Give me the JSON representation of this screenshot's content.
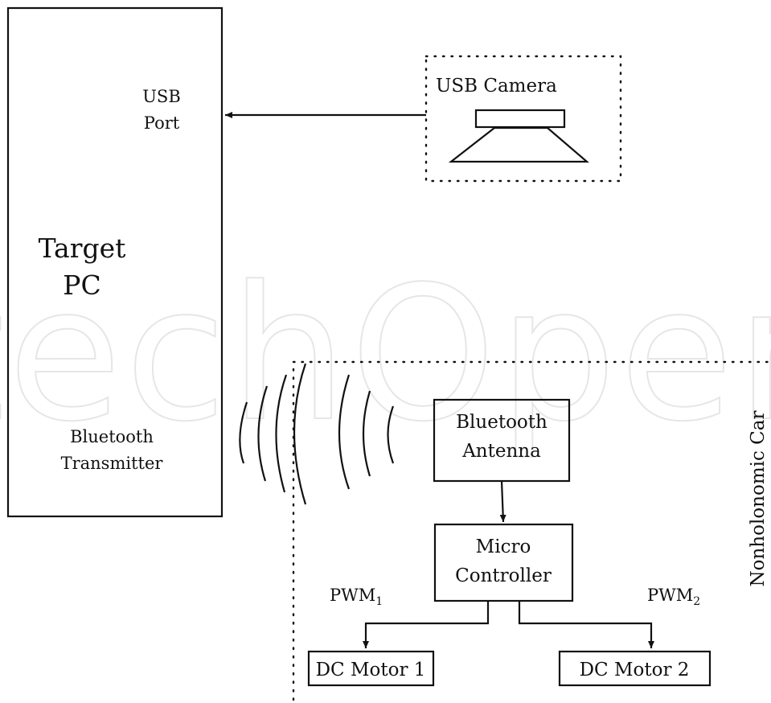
{
  "target_pc": {
    "title_line1": "Target",
    "title_line2": "PC",
    "usb_port_line1": "USB",
    "usb_port_line2": "Port",
    "bt_transmitter_line1": "Bluetooth",
    "bt_transmitter_line2": "Transmitter"
  },
  "camera": {
    "label": "USB Camera"
  },
  "car": {
    "label": "Nonholonomic Car",
    "bt_antenna_line1": "Bluetooth",
    "bt_antenna_line2": "Antenna",
    "controller_line1": "Micro",
    "controller_line2": "Controller",
    "pwm1": "PWM",
    "pwm1_sub": "1",
    "pwm2": "PWM",
    "pwm2_sub": "2",
    "motor1": "DC Motor 1",
    "motor2": "DC Motor 2"
  },
  "watermark": {
    "text": "IntechOpen"
  },
  "colors": {
    "stroke": "#111111",
    "watermark": "#e6e6e6",
    "background": "#ffffff"
  }
}
